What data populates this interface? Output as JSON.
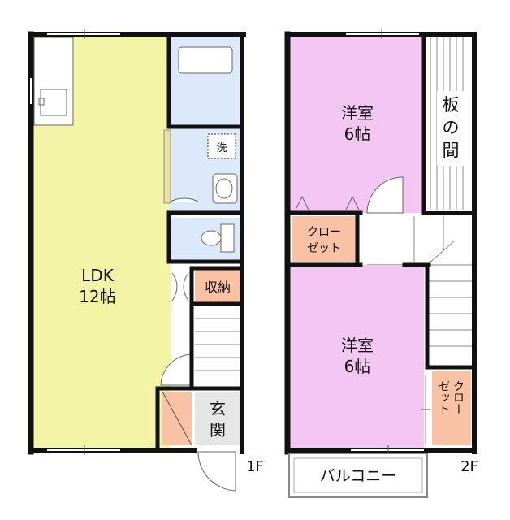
{
  "floor1": {
    "ldk_line1": "LDK",
    "ldk_line2": "12帖",
    "storage": "収納",
    "entrance_line1": "玄",
    "entrance_line2": "関",
    "washer_mark": "洗",
    "floor_label": "1F"
  },
  "floor2": {
    "room_top_line1": "洋室",
    "room_top_line2": "6帖",
    "room_bottom_line1": "洋室",
    "room_bottom_line2": "6帖",
    "wood_line1": "板",
    "wood_line2": "の",
    "wood_line3": "間",
    "closet_left_line1": "クロー",
    "closet_left_line2": "ゼット",
    "closet_right_line1": "クロー",
    "closet_right_line2": "ゼット",
    "balcony": "バルコニー",
    "floor_label": "2F"
  },
  "colors": {
    "ldk": "#f4f4a6",
    "water": "#dbe9fa",
    "room": "#f4c6f4",
    "closet": "#f9c2a4",
    "entrance": "#e6e6e6",
    "wall": "#111111"
  }
}
